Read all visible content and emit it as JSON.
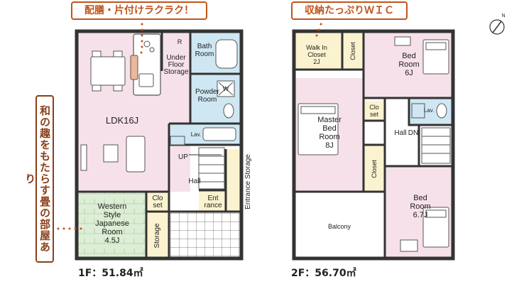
{
  "callouts": {
    "kitchen": "配膳・片付けラクラク！",
    "wic": "収納たっぷりＷＩＣ",
    "japanese": "和の趣をもたらす畳の部屋あり"
  },
  "floor1": {
    "area": "1F：51.84㎡",
    "rooms": {
      "ldk": "LDK16J",
      "under_floor_1": "Under",
      "under_floor_2": "Floor",
      "under_floor_3": "Storage",
      "bath_1": "Bath",
      "bath_2": "Room",
      "powder_1": "Powder",
      "powder_2": "Room",
      "lav": "Lav.",
      "w": "W",
      "r": "R",
      "up": "UP",
      "hall": "Hall",
      "entrance_1": "Ent",
      "entrance_2": "rance",
      "entrance_storage": "Entrance Storage",
      "closet_1": "Clo",
      "closet_2": "set",
      "storage": "Storage",
      "western_1": "Western",
      "western_2": "Style",
      "western_3": "Japanese",
      "western_4": "Room",
      "western_5": "4.5J"
    }
  },
  "floor2": {
    "area": "2F：56.70㎡",
    "rooms": {
      "wic_1": "Walk In",
      "wic_2": "Closet",
      "wic_3": "2J",
      "closet_a": "Closet",
      "bed1_1": "Bed",
      "bed1_2": "Room",
      "bed1_3": "6J",
      "master_1": "Master",
      "master_2": "Bed",
      "master_3": "Room",
      "master_4": "8J",
      "clo_1": "Clo",
      "clo_2": "set",
      "lav": "Lav.",
      "hall": "Hall",
      "dn": "DN",
      "closet_b": "Closet",
      "bed2_1": "Bed",
      "bed2_2": "Room",
      "bed2_3": "6.7J",
      "balcony": "Balcony"
    }
  },
  "compass_label": "N",
  "colors": {
    "pink": "#f6e1ea",
    "blue": "#cfe7f3",
    "yellow": "#fbf3cf",
    "green": "#dcefd6",
    "callout": "#c0541c"
  }
}
